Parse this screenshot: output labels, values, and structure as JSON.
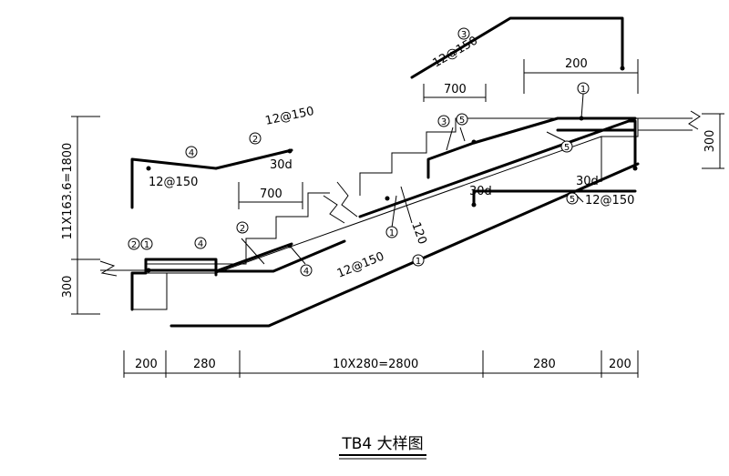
{
  "drawing": {
    "title": "TB4 大样图",
    "dimensions": {
      "bottom": [
        "200",
        "280",
        "10X280=2800",
        "280",
        "200"
      ],
      "left_height": "11X163.6=1800",
      "left_300": "300",
      "right_300": "300",
      "top_200": "200",
      "top_700": "700",
      "mid_700": "700",
      "slab_thickness": "120"
    },
    "rebar_labels": {
      "r3_top": "12@150",
      "r2_upper": "12@150",
      "r4_upper": "12@150",
      "r1_main": "12@150",
      "r5_lower": "12@150",
      "anchor_upper": "30d",
      "anchor_lower": "30d"
    },
    "marks": {
      "m1": "1",
      "m2": "2",
      "m3": "3",
      "m4": "4",
      "m5": "5"
    }
  }
}
